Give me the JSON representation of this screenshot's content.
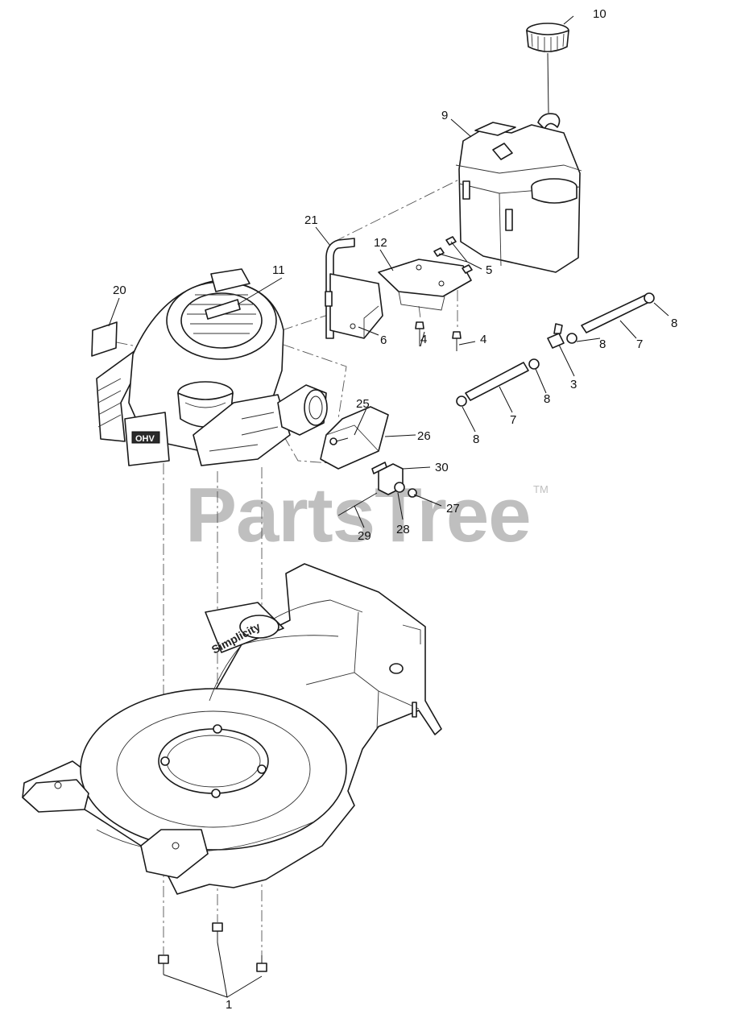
{
  "watermark": {
    "text": "PartsTree",
    "trademark": "TM"
  },
  "deck_brand": "Simplicity",
  "engine_badge": "OHV",
  "callouts": [
    {
      "id": "c1",
      "label": "1"
    },
    {
      "id": "c3",
      "label": "3"
    },
    {
      "id": "c4a",
      "label": "4"
    },
    {
      "id": "c4b",
      "label": "4"
    },
    {
      "id": "c5",
      "label": "5"
    },
    {
      "id": "c6",
      "label": "6"
    },
    {
      "id": "c7a",
      "label": "7"
    },
    {
      "id": "c7b",
      "label": "7"
    },
    {
      "id": "c8a",
      "label": "8"
    },
    {
      "id": "c8b",
      "label": "8"
    },
    {
      "id": "c8c",
      "label": "8"
    },
    {
      "id": "c8d",
      "label": "8"
    },
    {
      "id": "c9",
      "label": "9"
    },
    {
      "id": "c10",
      "label": "10"
    },
    {
      "id": "c11",
      "label": "11"
    },
    {
      "id": "c12",
      "label": "12"
    },
    {
      "id": "c20",
      "label": "20"
    },
    {
      "id": "c21",
      "label": "21"
    },
    {
      "id": "c25",
      "label": "25"
    },
    {
      "id": "c26",
      "label": "26"
    },
    {
      "id": "c27",
      "label": "27"
    },
    {
      "id": "c28",
      "label": "28"
    },
    {
      "id": "c29",
      "label": "29"
    },
    {
      "id": "c30",
      "label": "30"
    }
  ]
}
